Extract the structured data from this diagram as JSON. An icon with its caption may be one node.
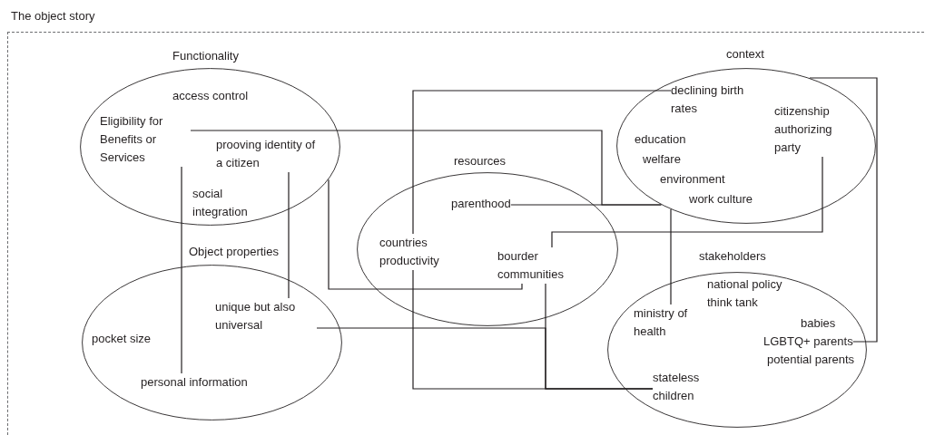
{
  "diagram": {
    "nodes": [
      {
        "text": [
          "The object story"
        ]
      },
      {
        "text": [
          "Functionality"
        ],
        "in": 0
      },
      {
        "text": [
          "access control"
        ],
        "in": 1
      },
      {
        "text": [
          "Eligibility for Benefits or Services"
        ],
        "in": 1
      },
      {
        "text": [
          "prooving identity of a citizen"
        ],
        "in": 1
      },
      {
        "text": [
          "social integration"
        ],
        "in": 1
      },
      {
        "text": [
          "Object properties"
        ],
        "in": 0
      },
      {
        "text": [
          "unique but also universal"
        ],
        "in": 6
      },
      {
        "text": [
          "pocket size"
        ],
        "in": 6
      },
      {
        "text": [
          "personal information"
        ],
        "in": 6
      },
      {
        "text": [
          "resources"
        ],
        "in": 0
      },
      {
        "text": [
          "parenthood"
        ],
        "in": 10
      },
      {
        "text": [
          "countries productivity"
        ],
        "in": 10
      },
      {
        "text": [
          "bourder communities"
        ],
        "in": 10
      },
      {
        "text": [
          "context"
        ],
        "in": 0
      },
      {
        "text": [
          "declining birth rates"
        ],
        "in": 14
      },
      {
        "text": [
          "citizenship authorizing party"
        ],
        "in": 14
      },
      {
        "text": [
          "education"
        ],
        "in": 14
      },
      {
        "text": [
          "welfare"
        ],
        "in": 14
      },
      {
        "text": [
          "environment"
        ],
        "in": 14
      },
      {
        "text": [
          "work culture"
        ],
        "in": 14
      },
      {
        "text": [
          "stakeholders"
        ],
        "in": 0
      },
      {
        "text": [
          "national policy think tank"
        ],
        "in": 21
      },
      {
        "text": [
          "ministry of health"
        ],
        "in": 21
      },
      {
        "text": [
          "babies"
        ],
        "in": 21
      },
      {
        "text": [
          "LGBTQ+ parents"
        ],
        "in": 21
      },
      {
        "text": [
          "potential parents"
        ],
        "in": 21
      },
      {
        "text": [
          "stateless children"
        ],
        "in": 21
      }
    ],
    "edges": [
      {
        "from": 3,
        "to": 14,
        "arrow": "none"
      },
      {
        "from": 11,
        "to": 14,
        "arrow": "none"
      },
      {
        "from": 23,
        "to": 14,
        "arrow": "none"
      },
      {
        "from": 15,
        "to": 12,
        "arrow": "none"
      },
      {
        "from": 12,
        "to": 27,
        "arrow": "none"
      },
      {
        "from": 13,
        "to": 27,
        "arrow": "none"
      },
      {
        "from": 7,
        "to": 27,
        "arrow": "none"
      },
      {
        "from": 4,
        "to": 7,
        "arrow": "none"
      },
      {
        "from": 3,
        "to": 9,
        "arrow": "none"
      },
      {
        "from": 1,
        "to": 13,
        "arrow": "none"
      },
      {
        "from": 16,
        "to": 13,
        "arrow": "none"
      },
      {
        "from": 14,
        "to": 25,
        "arrow": "none"
      }
    ]
  }
}
